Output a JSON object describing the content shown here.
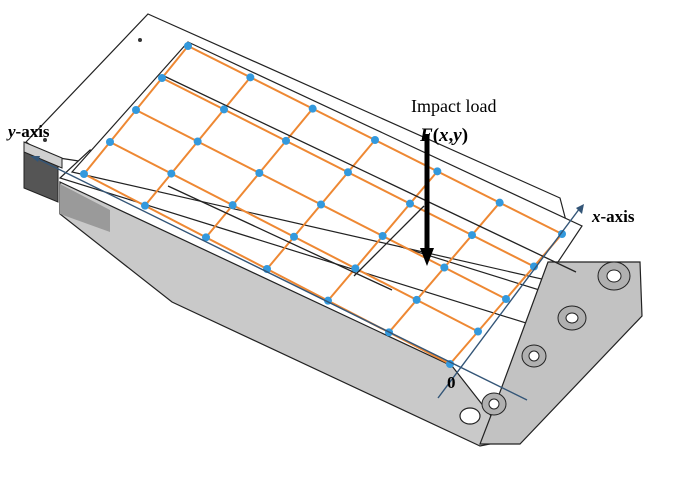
{
  "labels": {
    "y_axis": {
      "name": "y",
      "suffix": "-axis"
    },
    "x_axis": {
      "name": "x",
      "suffix": "-axis"
    },
    "origin": "0",
    "load_title": "Impact load",
    "load_func": {
      "f": "F",
      "open": "(",
      "x": "x",
      "comma": ",",
      "y": "y",
      "close": ")"
    }
  },
  "colors": {
    "grid_line": "#ee8833",
    "node": "#3399dd",
    "axis": "#335577",
    "outline": "#222222",
    "plate": "#ffffff",
    "side_panel": "#c9c9c9",
    "roller": "#b0b0b0"
  },
  "grid": {
    "columns": 7,
    "rows": 5
  }
}
